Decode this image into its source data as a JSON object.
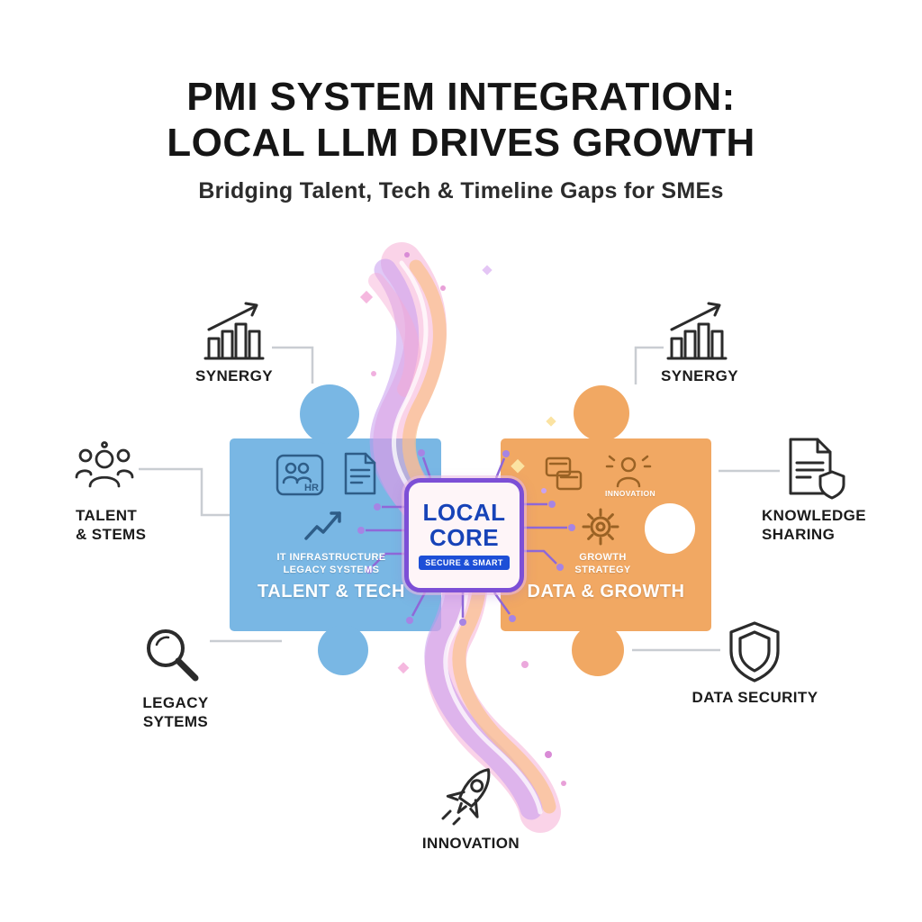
{
  "header": {
    "title_line1": "PMI SYSTEM INTEGRATION:",
    "title_line2": "LOCAL LLM DRIVES GROWTH",
    "subtitle": "Bridging Talent, Tech & Timeline Gaps for SMEs"
  },
  "core": {
    "line1": "LOCAL",
    "line2": "CORE",
    "badge": "SECURE & SMART"
  },
  "puzzle_left": {
    "caption": "TALENT & TECH",
    "hr_label": "HR",
    "sub_line1": "IT INFRASTRUCTURE",
    "sub_line2": "LEGACY SYSTEMS"
  },
  "puzzle_right": {
    "caption": "DATA & GROWTH",
    "mini_label": "INNOVATION",
    "sub_line1": "GROWTH",
    "sub_line2": "STRATEGY"
  },
  "callouts": {
    "synergy_left": "SYNERGY",
    "synergy_right": "SYNERGY",
    "talent_line1": "TALENT",
    "talent_line2": "& STEMS",
    "knowledge_line1": "KNOWLEDGE",
    "knowledge_line2": "SHARING",
    "legacy": "LEGACY SYTEMS",
    "security": "DATA SECURITY",
    "innovation": "INNOVATION"
  },
  "colors": {
    "puzzle_blue": "#79B7E4",
    "puzzle_orange": "#F1A863",
    "ribbon_pink": "#F6A8D2",
    "ribbon_purple": "#C79BEF",
    "ribbon_orange": "#F9C08B",
    "core_border": "#7C4FD6",
    "core_text": "#1743B8",
    "badge_bg": "#1D4FD7"
  }
}
